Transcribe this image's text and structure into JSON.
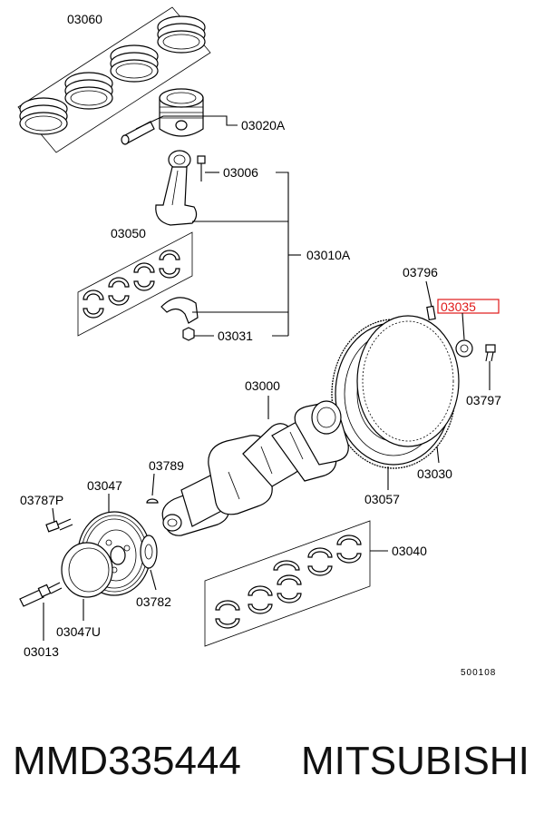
{
  "labels": {
    "l03060": "03060",
    "l03020A": "03020A",
    "l03006": "03006",
    "l03050": "03050",
    "l03010A": "03010A",
    "l03031": "03031",
    "l03796": "03796",
    "l03035": "03035",
    "l03797": "03797",
    "l03000": "03000",
    "l03030": "03030",
    "l03057": "03057",
    "l03789": "03789",
    "l03787P": "03787P",
    "l03047": "03047",
    "l03782": "03782",
    "l03040": "03040",
    "l03047U": "03047U",
    "l03013": "03013",
    "code": "500108"
  },
  "highlight_color": "#e01818",
  "footer": {
    "part_number": "MMD335444",
    "brand": "MITSUBISHI"
  }
}
